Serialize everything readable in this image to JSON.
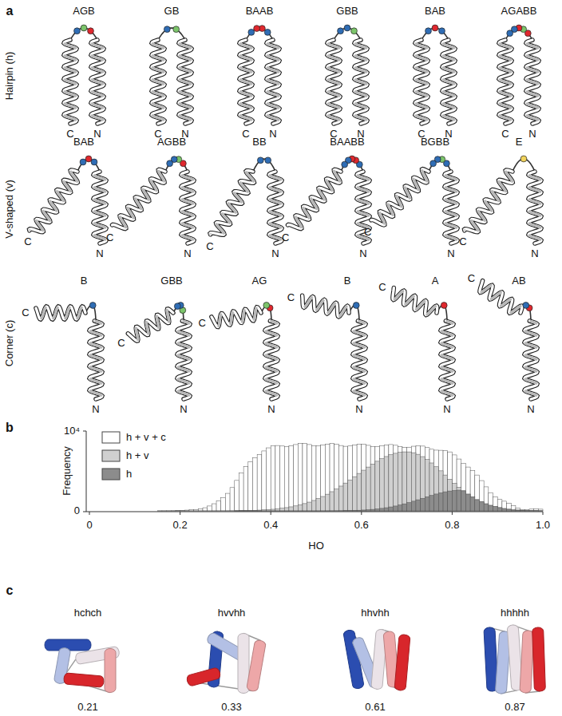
{
  "diagram": {
    "labels": [
      "a",
      "Hairpin (h)",
      "AGB",
      "C",
      "N",
      "GB",
      "C",
      "N",
      "BAAB",
      "C",
      "N",
      "GBB",
      "C",
      "N",
      "BAB",
      "C",
      "N",
      "AGABB",
      "C",
      "N",
      "V-shaped (v)",
      "BAB",
      "C",
      "N",
      "AGBB",
      "C",
      "N",
      "BB",
      "C",
      "N",
      "BAABB",
      "C",
      "N",
      "BGBB",
      "C",
      "N",
      "E",
      "C",
      "N",
      "Corner (c)",
      "B",
      "C",
      "N",
      "GBB",
      "C",
      "N",
      "AG",
      "C",
      "N",
      "B",
      "C",
      "N",
      "A",
      "C",
      "N",
      "AB",
      "C",
      "N",
      "b",
      "Frequency",
      "10⁴",
      "0",
      "0",
      "0.2",
      "0.4",
      "0.6",
      "0.8",
      "1.0",
      "HO",
      "c",
      "hchch",
      "0.21",
      "hvvhh",
      "0.33",
      "hhvhh",
      "0.61",
      "hhhhh",
      "0.87"
    ],
    "legend": [
      {
        "text": "h + v + c",
        "color": "#ffffff"
      },
      {
        "text": "h + v",
        "color": "#d0d0d0"
      },
      {
        "text": "h",
        "color": "#8c8c8c"
      }
    ]
  }
}
